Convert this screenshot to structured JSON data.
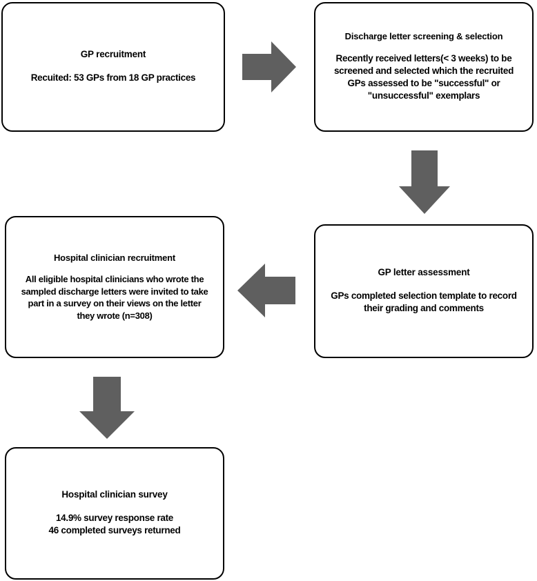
{
  "diagram": {
    "type": "flowchart",
    "orientation": "serpentine",
    "accent_color": "#5f5f5f",
    "border_color": "#000000",
    "background_color": "#ffffff",
    "nodes": [
      {
        "id": "gp-recruitment",
        "title": "GP recruitment",
        "body": "Recuited: 53 GPs from 18 GP practices"
      },
      {
        "id": "discharge-screening",
        "title": "Discharge letter screening & selection",
        "body": "Recently received letters(< 3 weeks) to be\nscreened and selected which the recruited\nGPs assessed to be \"successful\" or\n\"unsuccessful\" exemplars"
      },
      {
        "id": "gp-assessment",
        "title": "GP letter assessment",
        "body": "GPs completed selection template to record\ntheir grading and comments"
      },
      {
        "id": "hospital-recruitment",
        "title": "Hospital clinician recruitment",
        "body": "All eligible hospital clinicians who wrote the\nsampled discharge letters were invited to take\npart in a survey on their views on the letter\nthey wrote (n=308)"
      },
      {
        "id": "hospital-survey",
        "title": "Hospital clinician survey",
        "body": "14.9% survey response rate\n46 completed surveys returned"
      }
    ],
    "arrows": [
      {
        "id": "arrow-gp-recruitment-to-discharge-screening",
        "direction": "right",
        "icon": "arrow-right-icon"
      },
      {
        "id": "arrow-discharge-screening-to-gp-assessment",
        "direction": "down",
        "icon": "arrow-down-icon"
      },
      {
        "id": "arrow-gp-assessment-to-hospital-recruitment",
        "direction": "left",
        "icon": "arrow-left-icon"
      },
      {
        "id": "arrow-hospital-recruitment-to-hospital-survey",
        "direction": "down",
        "icon": "arrow-down-icon"
      }
    ]
  }
}
